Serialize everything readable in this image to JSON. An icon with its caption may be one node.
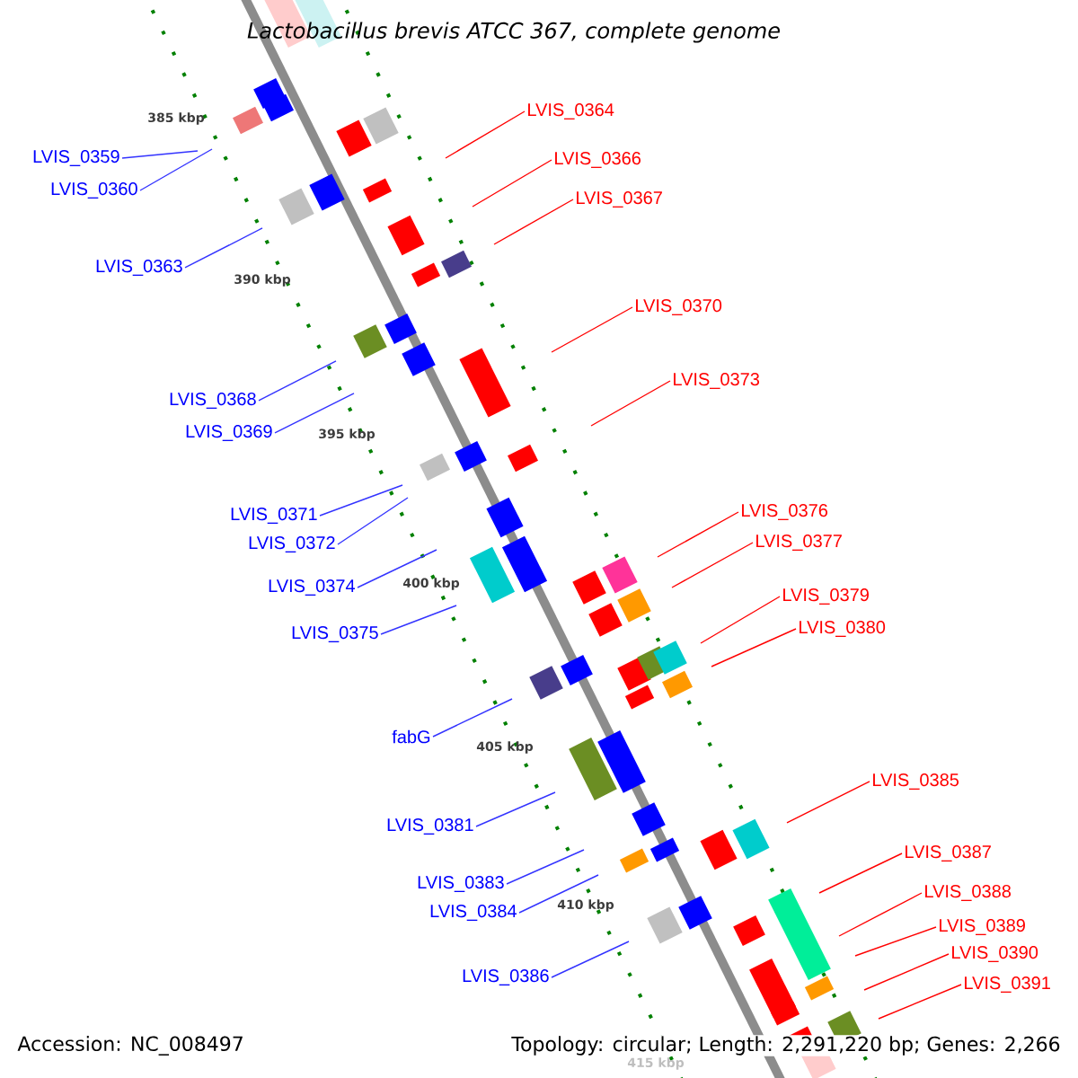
{
  "diagram": {
    "title": "Lactobacillus brevis ATCC 367, complete genome",
    "nodes": [
      {
        "text": [
          "LVIS_0364"
        ]
      },
      {
        "text": [
          "LVIS_0359"
        ]
      },
      {
        "text": [
          "LVIS_0366"
        ]
      },
      {
        "text": [
          "LVIS_0360"
        ]
      },
      {
        "text": [
          "LVIS_0367"
        ]
      },
      {
        "text": [
          "LVIS_0363"
        ]
      },
      {
        "text": [
          "LVIS_0370"
        ]
      },
      {
        "text": [
          "LVIS_0373"
        ]
      },
      {
        "text": [
          "LVIS_0368"
        ]
      },
      {
        "text": [
          "LVIS_0369"
        ]
      },
      {
        "text": [
          "LVIS_0376"
        ]
      },
      {
        "text": [
          "LVIS_0371"
        ]
      },
      {
        "text": [
          "LVIS_0377"
        ]
      },
      {
        "text": [
          "LVIS_0372"
        ]
      },
      {
        "text": [
          "LVIS_0374"
        ]
      },
      {
        "text": [
          "LVIS_0379"
        ]
      },
      {
        "text": [
          "LVIS_0380"
        ]
      },
      {
        "text": [
          "LVIS_0375"
        ]
      },
      {
        "text": [
          "fabG"
        ]
      },
      {
        "text": [
          "LVIS_0385"
        ]
      },
      {
        "text": [
          "LVIS_0381"
        ]
      },
      {
        "text": [
          "LVIS_0387"
        ]
      },
      {
        "text": [
          "LVIS_0383"
        ]
      },
      {
        "text": [
          "LVIS_0388"
        ]
      },
      {
        "text": [
          "LVIS_0384"
        ]
      },
      {
        "text": [
          "LVIS_0389"
        ]
      },
      {
        "text": [
          "LVIS_0390"
        ]
      },
      {
        "text": [
          "LVIS_0386"
        ]
      },
      {
        "text": [
          "LVIS_0391"
        ]
      }
    ],
    "edges": [
      {
        "from": 0,
        "to": null,
        "arrow": "none"
      },
      {
        "from": 1,
        "to": null,
        "arrow": "none",
        "color": "#3333ff"
      },
      {
        "from": 2,
        "to": null,
        "arrow": "none"
      },
      {
        "from": 3,
        "to": null,
        "arrow": "none",
        "color": "#3333ff"
      },
      {
        "from": 4,
        "to": null,
        "arrow": "none"
      },
      {
        "from": 5,
        "to": null,
        "arrow": "none",
        "color": "#3333ff"
      },
      {
        "from": 6,
        "to": null,
        "arrow": "none"
      },
      {
        "from": 7,
        "to": null,
        "arrow": "none"
      },
      {
        "from": 8,
        "to": null,
        "arrow": "none",
        "color": "#3333ff"
      },
      {
        "from": 9,
        "to": null,
        "arrow": "none",
        "color": "#3333ff"
      },
      {
        "from": 10,
        "to": null,
        "arrow": "none"
      },
      {
        "from": 11,
        "to": null,
        "arrow": "none",
        "color": "#3333ff"
      },
      {
        "from": 12,
        "to": null,
        "arrow": "none"
      },
      {
        "from": 13,
        "to": null,
        "arrow": "none",
        "color": "#3333ff"
      },
      {
        "from": 14,
        "to": null,
        "arrow": "none",
        "color": "#3333ff"
      },
      {
        "from": 15,
        "to": null,
        "arrow": "none"
      },
      {
        "from": 16,
        "to": null,
        "arrow": "none"
      },
      {
        "from": 17,
        "to": null,
        "arrow": "none",
        "color": "#3333ff"
      },
      {
        "from": 18,
        "to": null,
        "arrow": "none",
        "color": "#3333ff"
      },
      {
        "from": 19,
        "to": null,
        "arrow": "none"
      },
      {
        "from": 20,
        "to": null,
        "arrow": "none",
        "color": "#3333ff"
      },
      {
        "from": 21,
        "to": null,
        "arrow": "none"
      },
      {
        "from": 22,
        "to": null,
        "arrow": "none",
        "color": "#3333ff"
      },
      {
        "from": 23,
        "to": null,
        "arrow": "none"
      },
      {
        "from": 24,
        "to": null,
        "arrow": "none",
        "color": "#3333ff"
      },
      {
        "from": 25,
        "to": null,
        "arrow": "none"
      },
      {
        "from": 26,
        "to": null,
        "arrow": "none"
      },
      {
        "from": 27,
        "to": null,
        "arrow": "none",
        "color": "#3333ff"
      },
      {
        "from": 28,
        "to": null,
        "arrow": "none"
      }
    ],
    "labels": [
      "385 kbp",
      "390 kbp",
      "395 kbp",
      "400 kbp",
      "405 kbp",
      "410 kbp",
      "415 kbp",
      "Accession: NC_008497",
      "Topology: circular; Length: 2,291,220 bp; Genes: 2,266"
    ]
  }
}
